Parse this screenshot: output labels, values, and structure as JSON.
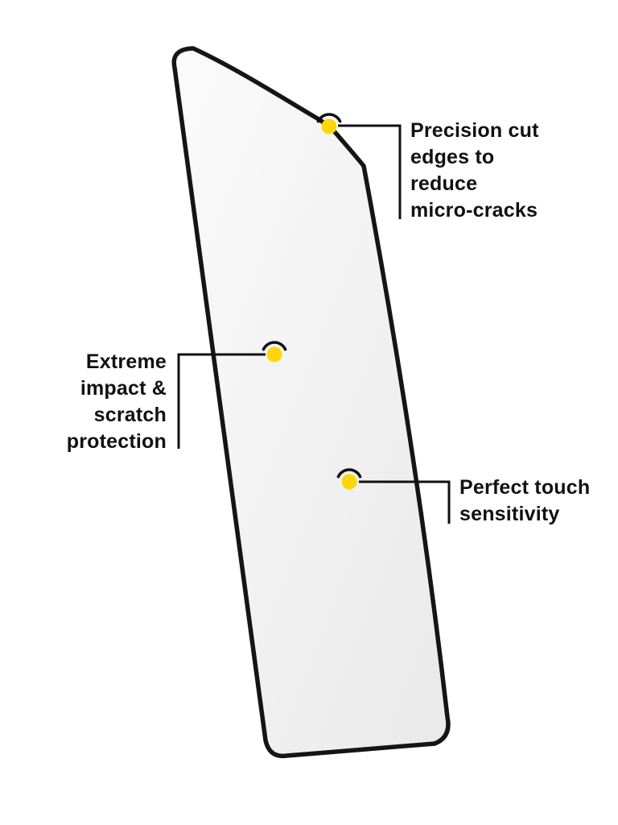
{
  "diagram": {
    "callouts": [
      {
        "label": "Precision cut\nedges to\nreduce\nmicro-cracks"
      },
      {
        "label": "Extreme\nimpact &\nscratch\nprotection"
      },
      {
        "label": "Perfect touch\nsensitivity"
      }
    ],
    "colors": {
      "dot": "#FFD60A",
      "line": "#101010",
      "glass_border": "#151515",
      "glass_fill_light": "#FBFBFB",
      "glass_fill_dark": "#E9E9E9",
      "background": "#FFFFFF"
    }
  }
}
